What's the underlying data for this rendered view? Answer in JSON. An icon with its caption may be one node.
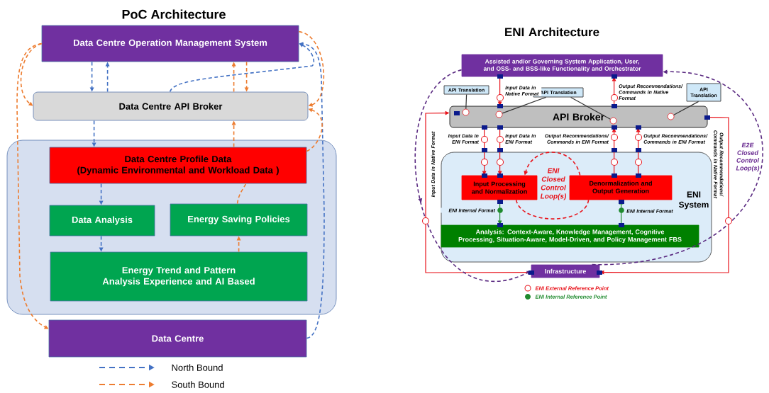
{
  "diagram": {
    "title": "PoC Architecture",
    "nodes": [
      {
        "text": [
          "Data Centre Operation Management System"
        ]
      },
      {
        "text": [
          "Data Centre API Broker"
        ]
      },
      {
        "text": [],
        "shape": "box"
      },
      {
        "text": [
          "Data Centre Profile Data",
          "(Dynamic Environmental and Workload Data )"
        ],
        "in": 2
      },
      {
        "text": [
          "Data Analysis"
        ],
        "in": 2
      },
      {
        "text": [
          "Energy Saving Policies"
        ],
        "in": 2
      },
      {
        "text": [
          "Energy Trend and Pattern Analysis Experience and AI Based"
        ],
        "in": 2
      },
      {
        "text": [
          "Data Centre"
        ]
      },
      {
        "text": [
          "Assisted and/or Governing System Application, User, and OSS- and BSS-like Functionality and Orchestrator"
        ]
      },
      {
        "text": [
          "API Broker"
        ]
      },
      {
        "text": [
          "ENI System"
        ]
      },
      {
        "text": [
          "Input Processing and Normalization"
        ],
        "in": 10
      },
      {
        "text": [
          "Denormalization  and Output Generation"
        ],
        "in": 10
      },
      {
        "text": [
          "Analysis: Context-Aware, Knowledge Management, Cognitive Processing, Situation-Aware, Model-Driven, and Policy Management FBS"
        ],
        "in": 10
      },
      {
        "text": [
          "Infrastructure"
        ]
      },
      {
        "text": [
          "API Translation"
        ]
      },
      {
        "text": [
          "API Translation"
        ]
      },
      {
        "text": [
          "API Translation"
        ]
      },
      {
        "text": [],
        "shape": "circle",
        "in": 9
      },
      {
        "text": [],
        "shape": "circle",
        "in": 9
      },
      {
        "text": [],
        "shape": "circle",
        "in": 9
      },
      {
        "text": [],
        "shape": "circle",
        "in": 9
      }
    ],
    "edges": [
      {
        "from": 0,
        "to": 1,
        "arrow": "to",
        "style": "dashed",
        "color": "#4472c4"
      },
      {
        "from": 1,
        "to": 0,
        "arrow": "to",
        "style": "dashed",
        "color": "#4472c4"
      },
      {
        "from": 1,
        "to": 3,
        "arrow": "to",
        "style": "dashed",
        "color": "#4472c4"
      },
      {
        "from": 3,
        "to": 4,
        "arrow": "to",
        "style": "dashed",
        "color": "#4472c4"
      },
      {
        "from": 4,
        "to": 6,
        "arrow": "to",
        "style": "dashed",
        "color": "#4472c4"
      },
      {
        "from": 7,
        "to": 0,
        "arrow": "to",
        "style": "dashed",
        "color": "#4472c4"
      },
      {
        "from": 1,
        "to": 0,
        "arrow": "to",
        "style": "dashed",
        "color": "#4472c4"
      },
      {
        "from": 0,
        "to": 1,
        "arrow": "to",
        "style": "dashed",
        "color": "#ed7d31"
      },
      {
        "from": 1,
        "to": 0,
        "arrow": "to",
        "style": "dashed",
        "color": "#ed7d31"
      },
      {
        "from": 3,
        "to": 1,
        "arrow": "to",
        "style": "dashed",
        "color": "#ed7d31"
      },
      {
        "from": 6,
        "to": 5,
        "arrow": "to",
        "style": "dashed",
        "color": "#ed7d31"
      },
      {
        "from": 5,
        "to": 3,
        "arrow": "none",
        "style": "dashed",
        "color": "#ed7d31"
      },
      {
        "from": 0,
        "to": 7,
        "arrow": "to",
        "style": "dashed",
        "color": "#ed7d31"
      },
      {
        "from": 0,
        "to": 1,
        "arrow": "to",
        "style": "dashed",
        "color": "#ed7d31"
      },
      {
        "from": 0,
        "to": 1,
        "arrow": "to",
        "style": "dashed",
        "color": "#ed7d31"
      },
      {
        "from": 3,
        "to": 1,
        "arrow": "to",
        "style": "dashed",
        "color": "#ed7d31"
      },
      {
        "from": 8,
        "to": 9,
        "arrow": "to",
        "label": "Input Data in Native Format",
        "color": "#e8131b"
      },
      {
        "from": 9,
        "to": 11,
        "arrow": "to",
        "label": "Input Data in ENI Format",
        "color": "#e8131b"
      },
      {
        "from": 14,
        "to": 9,
        "arrow": "to",
        "label": "Input Data in Native Format",
        "color": "#e8131b"
      },
      {
        "from": 9,
        "to": 11,
        "arrow": "to",
        "label": "Input Data in ENI Format",
        "color": "#e8131b"
      },
      {
        "from": 12,
        "to": 9,
        "arrow": "to",
        "label": "Output Recommendations/ Commands in ENI Format",
        "color": "#e8131b"
      },
      {
        "from": 9,
        "to": 8,
        "arrow": "to",
        "label": "Output Recommendations/ Commands in Native Format",
        "color": "#e8131b"
      },
      {
        "from": 12,
        "to": 9,
        "arrow": "to",
        "label": "Output Recommendations/ Commands in ENI Format",
        "color": "#e8131b"
      },
      {
        "from": 9,
        "to": 14,
        "arrow": "to",
        "label": "Output Recommendations/ Commands in Native Format",
        "color": "#e8131b"
      },
      {
        "from": 11,
        "to": 13,
        "arrow": "to",
        "label": "ENI Internal Format",
        "color": "#1f8a2e"
      },
      {
        "from": 13,
        "to": 12,
        "arrow": "to",
        "label": "ENI Internal Format",
        "color": "#1f8a2e"
      },
      {
        "from": 12,
        "to": 11,
        "arrow": "to",
        "style": "dashed",
        "color": "#e8131b"
      },
      {
        "from": 11,
        "to": 12,
        "arrow": "none",
        "style": "dashed",
        "color": "#e8131b"
      },
      {
        "from": 8,
        "to": 14,
        "arrow": "to",
        "style": "dashed",
        "color": "#5b2b82"
      },
      {
        "from": 14,
        "to": 8,
        "arrow": "to",
        "style": "dashed",
        "color": "#5b2b82"
      },
      {
        "from": 15,
        "to": 18,
        "arrow": "none",
        "color": "#333333"
      },
      {
        "from": 16,
        "to": 19,
        "arrow": "none",
        "color": "#333333"
      },
      {
        "from": 16,
        "to": 20,
        "arrow": "none",
        "color": "#333333"
      },
      {
        "from": 17,
        "to": 21,
        "arrow": "none",
        "color": "#333333"
      }
    ],
    "labels": [
      "ENI Architecture",
      "ENI Closed Control Loop(s)",
      "E2E Closed Control Loop(s)"
    ],
    "legend": [
      {
        "text": "North Bound"
      },
      {
        "text": "South Bound"
      },
      {
        "text": "ENI External Reference Point"
      },
      {
        "text": "ENI Internal Reference Point"
      }
    ]
  }
}
